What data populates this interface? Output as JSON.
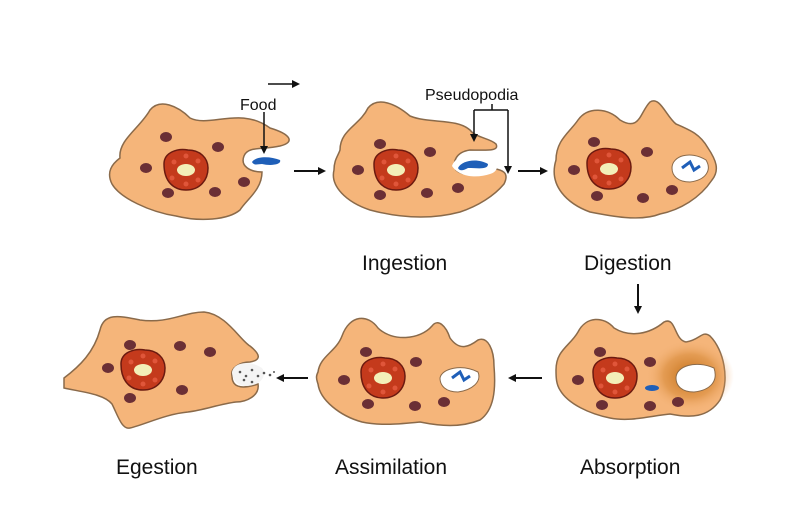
{
  "title": "Nutrition in Amoeba",
  "annotations": {
    "food": "Food",
    "pseudopodia": "Pseudopodia"
  },
  "stages": [
    {
      "id": "capture",
      "label": ""
    },
    {
      "id": "ingestion",
      "label": "Ingestion"
    },
    {
      "id": "digestion",
      "label": "Digestion"
    },
    {
      "id": "absorption",
      "label": "Absorption"
    },
    {
      "id": "assimilation",
      "label": "Assimilation"
    },
    {
      "id": "egestion",
      "label": "Egestion"
    }
  ],
  "colors": {
    "cytoplasm": "#f5b57a",
    "outline": "#8a6a4a",
    "nucleus": "#c43a1c",
    "nucleolus": "#f3efb8",
    "granule": "#6b2f35",
    "food": "#1f5fb8",
    "vacuole": "#ffffff",
    "enzyme_glow": "#c97420",
    "arrow": "#111111"
  }
}
